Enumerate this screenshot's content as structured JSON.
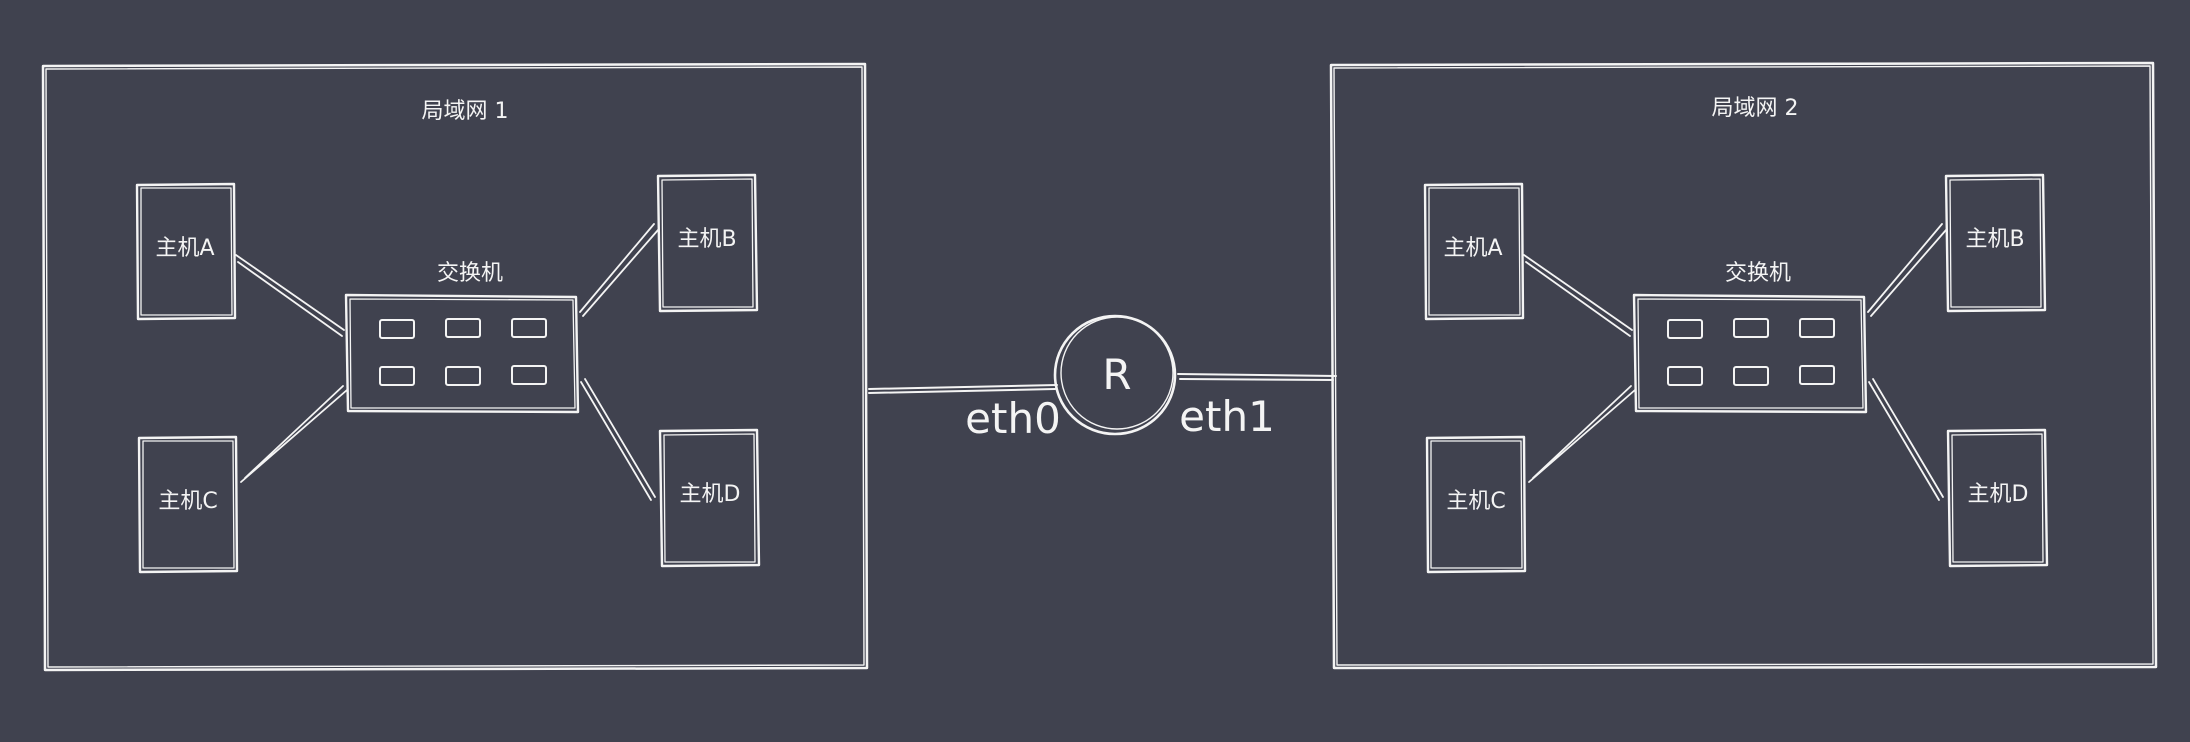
{
  "colors": {
    "background": "#40424f",
    "stroke": "#f4f4f4"
  },
  "lan1": {
    "title": "局域网 1",
    "switch_label": "交换机",
    "hosts": {
      "a": "主机A",
      "b": "主机B",
      "c": "主机C",
      "d": "主机D"
    }
  },
  "lan2": {
    "title": "局域网 2",
    "switch_label": "交换机",
    "hosts": {
      "a": "主机A",
      "b": "主机B",
      "c": "主机C",
      "d": "主机D"
    }
  },
  "router": {
    "label": "R",
    "left_interface": "eth0",
    "right_interface": "eth1"
  }
}
